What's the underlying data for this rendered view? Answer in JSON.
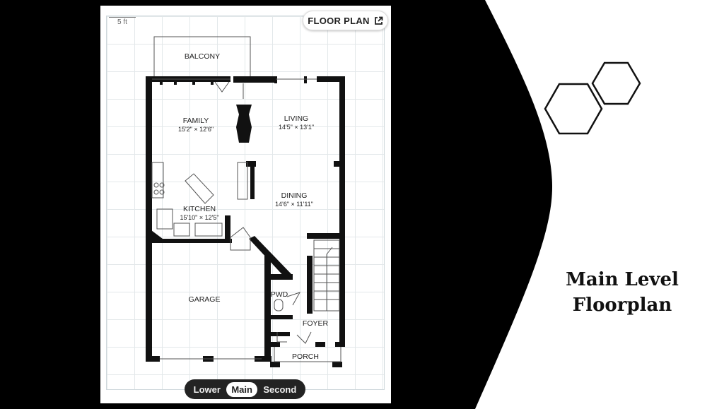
{
  "scale_label": "5 ft",
  "floor_plan_button": "FLOOR PLAN",
  "levels": [
    {
      "label": "Lower",
      "active": false
    },
    {
      "label": "Main",
      "active": true
    },
    {
      "label": "Second",
      "active": false
    }
  ],
  "rooms": {
    "balcony": {
      "name": "BALCONY"
    },
    "family": {
      "name": "FAMILY",
      "dim": "15'2\" × 12'6\""
    },
    "living": {
      "name": "LIVING",
      "dim": "14'5\" × 13'1\""
    },
    "dining": {
      "name": "DINING",
      "dim": "14'6\" × 11'11\""
    },
    "kitchen": {
      "name": "KITCHEN",
      "dim": "15'10\" × 12'5\""
    },
    "garage": {
      "name": "GARAGE"
    },
    "pwd": {
      "name": "PWD"
    },
    "foyer": {
      "name": "FOYER"
    },
    "porch": {
      "name": "PORCH"
    }
  },
  "slide_title_line1": "Main Level",
  "slide_title_line2": "Floorplan",
  "colors": {
    "panel": "#000000",
    "background": "#ffffff",
    "wall": "#111111",
    "grid": "#e3e8ea"
  }
}
